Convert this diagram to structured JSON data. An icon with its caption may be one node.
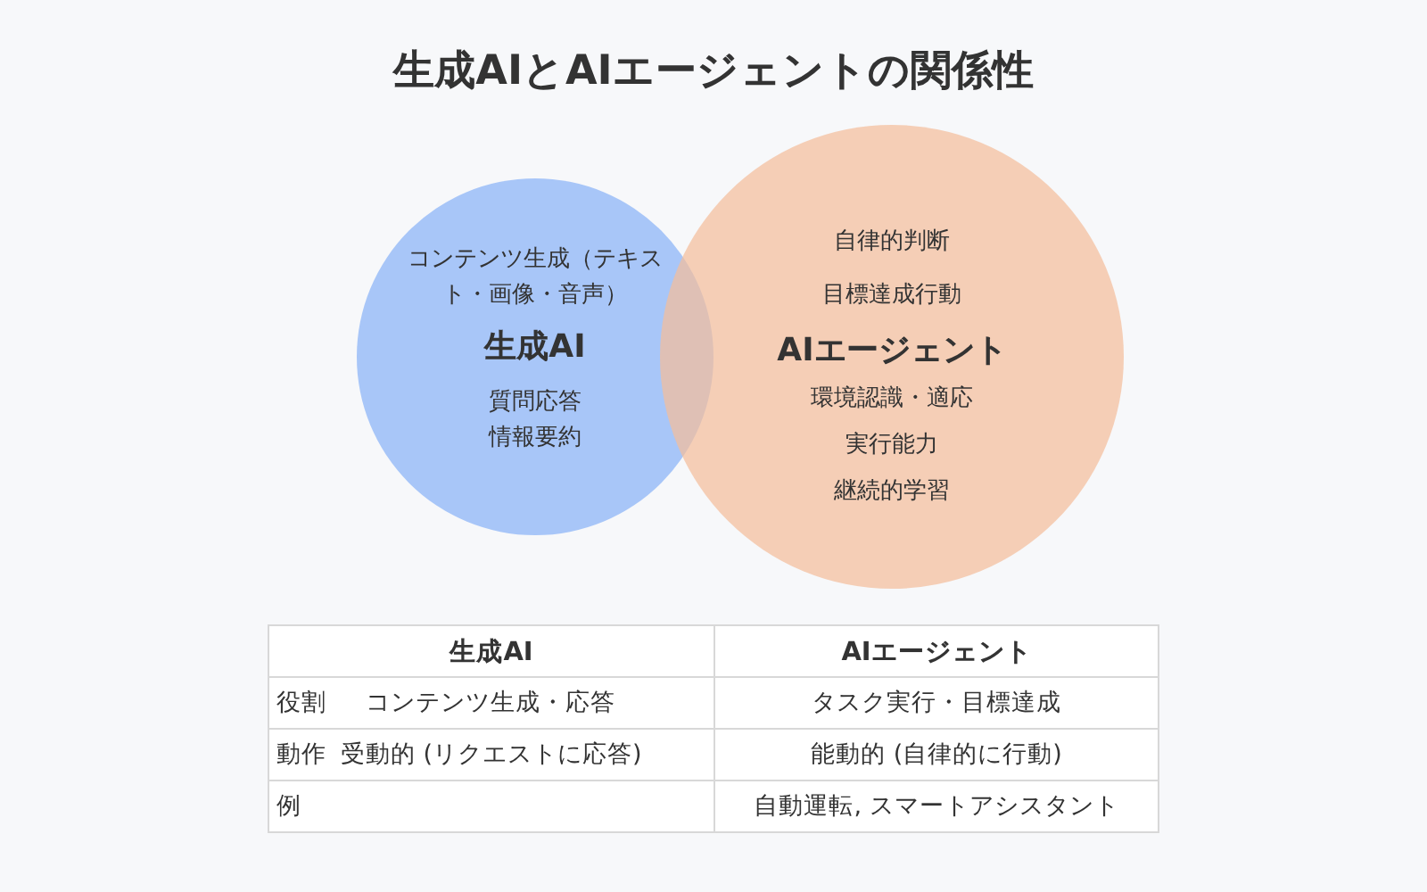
{
  "diagram": {
    "title": "生成AIとAIエージェントの関係性",
    "nodes": [
      {
        "text": [
          "コンテンツ生成（テキスト・画像・音声）",
          "生成AI",
          "質問応答",
          "情報要約"
        ]
      },
      {
        "text": [
          "自律的判断",
          "目標達成行動",
          "AIエージェント",
          "環境認識・適応",
          "実行能力",
          "継続的学習"
        ]
      }
    ],
    "labels": [
      "生成AI",
      "AIエージェント",
      "役割",
      "コンテンツ生成・応答",
      "タスク実行・目標達成",
      "動作",
      "受動的 (リクエストに応答)",
      "能動的 (自律的に行動)",
      "例",
      "自動運転, スマートアシスタント"
    ]
  }
}
